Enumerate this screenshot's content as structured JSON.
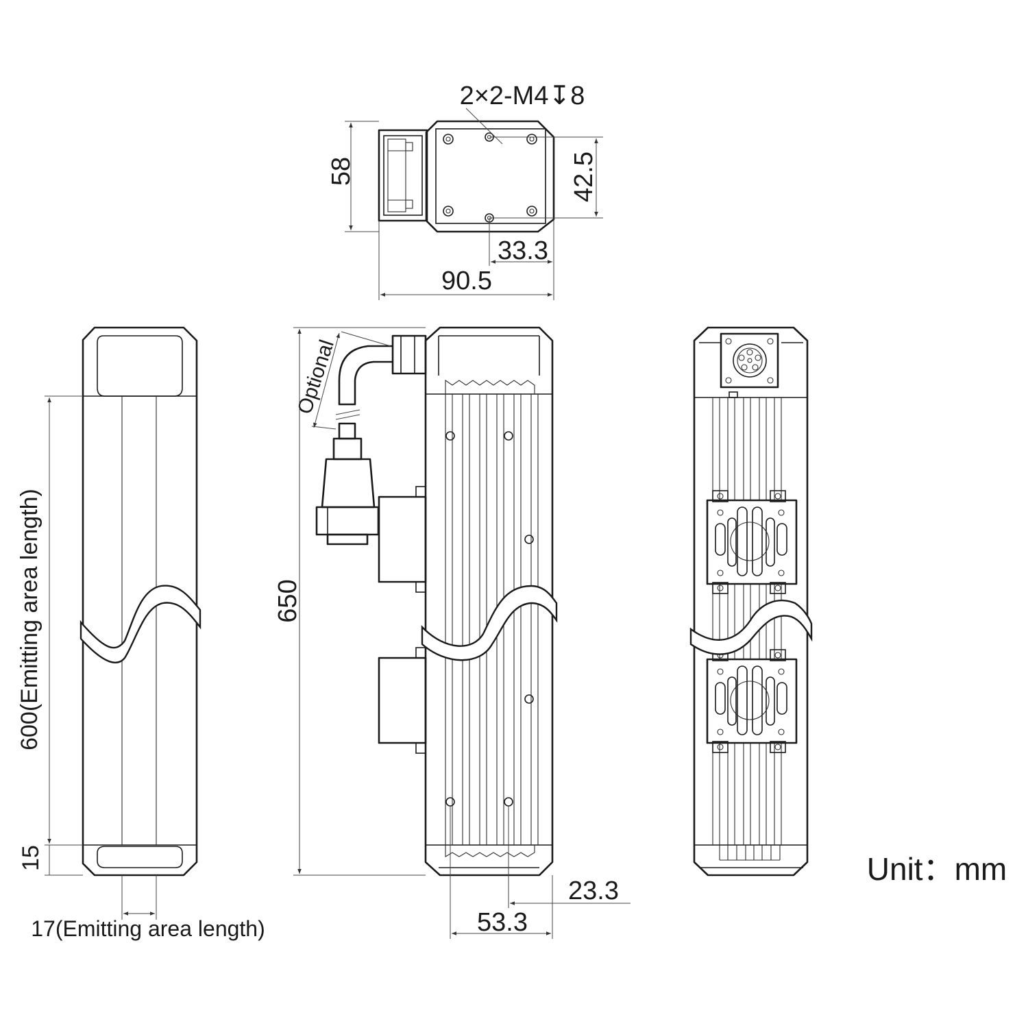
{
  "top_view": {
    "hole_spec": "2×2-M4↧8",
    "height": "58",
    "hole_spacing_v": "42.5",
    "hole_spacing_h": "33.3",
    "width": "90.5"
  },
  "side_view": {
    "optional_label": "Optional",
    "length": "650",
    "offset": "23.3",
    "depth": "53.3"
  },
  "front_view": {
    "emitting_length": "600(Emitting area length)",
    "end_margin": "15",
    "emitting_width": "17(Emitting area length)"
  },
  "unit_note": "Unit：mm"
}
